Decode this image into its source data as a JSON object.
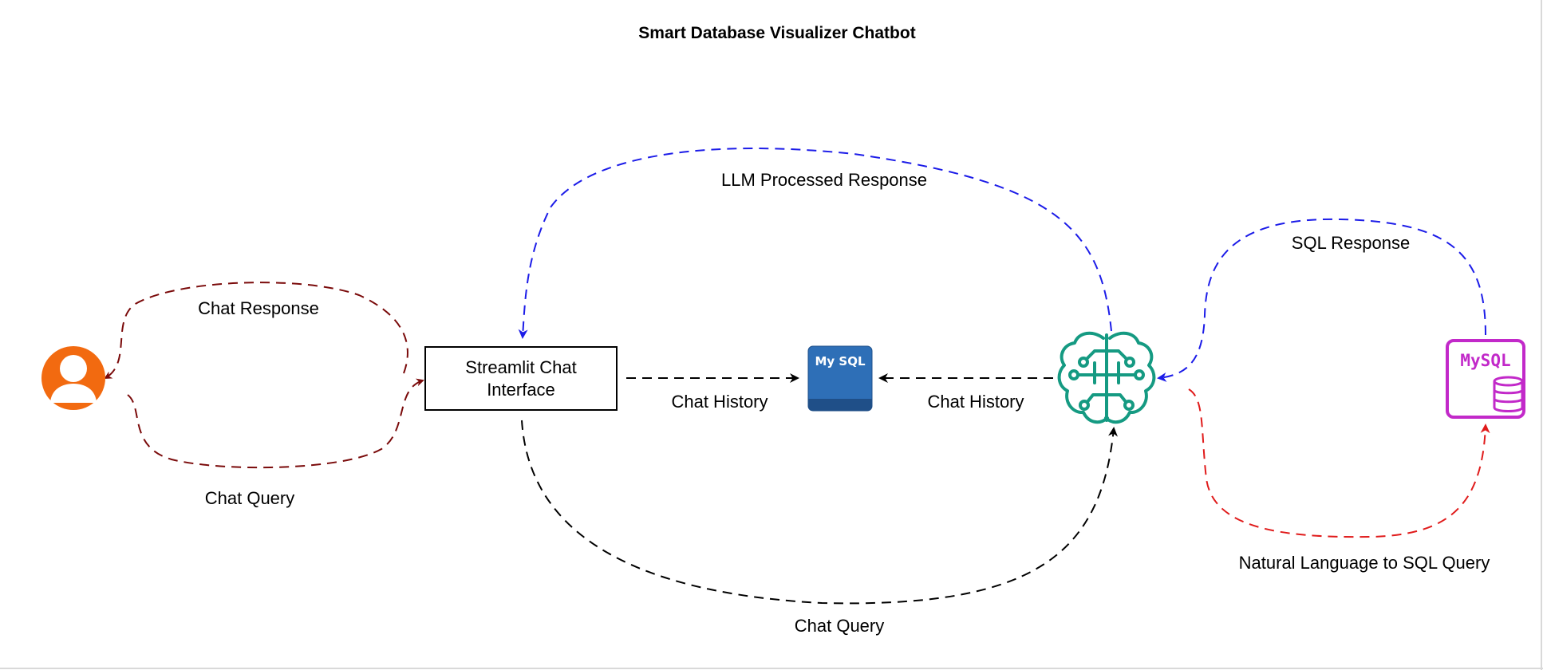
{
  "title": "Smart Database Visualizer Chatbot",
  "nodes": {
    "streamlit": "Streamlit Chat Interface",
    "streamlit_line1": "Streamlit Chat",
    "streamlit_line2": "Interface",
    "history_db": "My SQL",
    "mysql_db": "MySQL"
  },
  "edges": {
    "chat_response": "Chat Response",
    "chat_query_user": "Chat Query",
    "chat_history_left": "Chat History",
    "chat_history_right": "Chat History",
    "llm_response": "LLM Processed Response",
    "chat_query_llm": "Chat Query",
    "sql_response": "SQL Response",
    "nl_to_sql": "Natural Language to SQL Query"
  },
  "colors": {
    "user": "#f26a10",
    "history_db": "#2e6fb7",
    "llm": "#159a82",
    "mysql": "#c229c9",
    "dark_red": "#7a0a0a",
    "blue": "#1c1ce8",
    "red": "#e01b1b",
    "black": "#000000"
  },
  "icons": {
    "user": "user-icon",
    "llm": "brain-circuit-icon",
    "mysql": "mysql-database-icon"
  }
}
